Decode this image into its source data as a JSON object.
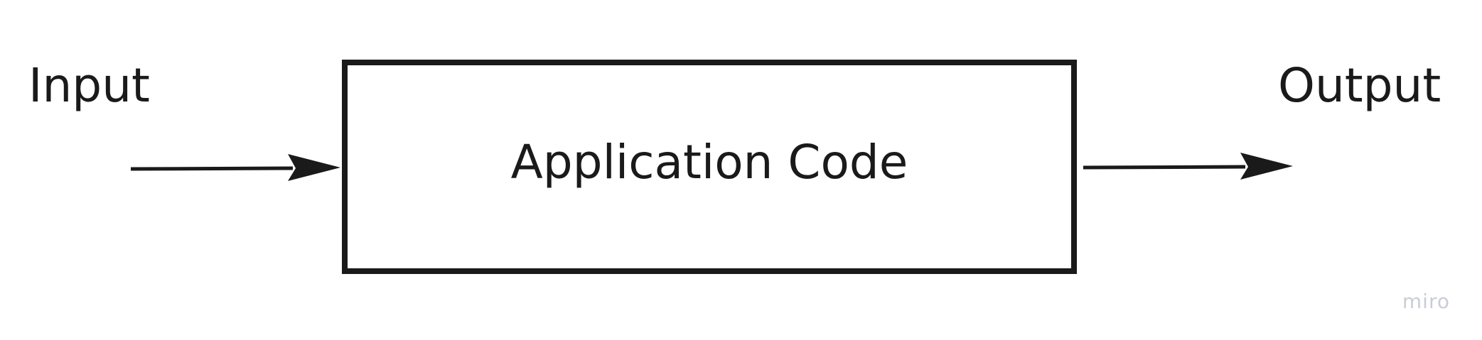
{
  "diagram": {
    "input_label": "Input",
    "output_label": "Output",
    "process_label": "Application Code",
    "watermark": "miro",
    "colors": {
      "stroke": "#1a1a1a",
      "text": "#1a1a1a",
      "watermark": "#c9cdd6",
      "background": "#ffffff"
    }
  }
}
